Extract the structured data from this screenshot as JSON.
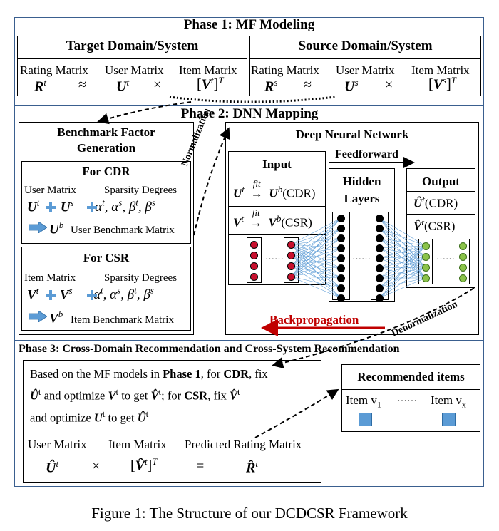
{
  "phase1": {
    "title": "Phase 1:  MF Modeling",
    "target": {
      "title": "Target Domain/System",
      "rating_label": "Rating Matrix",
      "user_label": "User Matrix",
      "item_label": "Item Matrix",
      "rating_sym": "R",
      "user_sym": "U",
      "item_sym": "V",
      "sup": "t",
      "approx": "≈",
      "times": "×"
    },
    "source": {
      "title": "Source Domain/System",
      "rating_label": "Rating Matrix",
      "user_label": "User Matrix",
      "item_label": "Item Matrix",
      "rating_sym": "R",
      "user_sym": "U",
      "item_sym": "V",
      "sup": "s",
      "approx": "≈",
      "times": "×"
    },
    "transpose": "T"
  },
  "phase2": {
    "title": "Phase 2: DNN Mapping",
    "benchmark": {
      "title_line1": "Benchmark Factor",
      "title_line2": "Generation",
      "cdr": {
        "title": "For CDR",
        "matrix_label": "User Matrix",
        "sparsity_label": "Sparsity Degrees",
        "sym": "U",
        "bench_caption": "User Benchmark Matrix"
      },
      "csr": {
        "title": "For CSR",
        "matrix_label": "Item Matrix",
        "sparsity_label": "Sparsity Degrees",
        "sym": "V",
        "bench_caption": "Item Benchmark Matrix"
      },
      "degrees": "α<sup>t</sup>, α<sup>s</sup>, β<sup>t</sup>, β<sup>s</sup>"
    },
    "normalization": "Normalization",
    "denormalization": "Denormalization",
    "dnn": {
      "title": "Deep Neural Network",
      "input_title": "Input",
      "feedforward": "Feedforward",
      "hidden_title_line1": "Hidden",
      "hidden_title_line2": "Layers",
      "output_title": "Output",
      "fit": "fit",
      "cdr_tag": "(CDR)",
      "csr_tag": "(CSR)",
      "backpropagation": "Backpropagation",
      "dots": "……"
    }
  },
  "phase3": {
    "title": "Phase 3: Cross-Domain Recommendation and Cross-System Recommendation",
    "text_parts": {
      "p1": "Based on the MF models in ",
      "phase1": "Phase 1",
      "p2": ", for ",
      "cdr": "CDR",
      "p3": ", fix",
      "p4": " and optimize ",
      "p5": " to get ",
      "p6": "; for ",
      "csr": "CSR",
      "p7": ", fix ",
      "p8": "and optimize ",
      "p9": " to get "
    },
    "user_label": "User Matrix",
    "item_label": "Item Matrix",
    "pred_label": "Predicted Rating Matrix",
    "times": "×",
    "equals": "=",
    "recommended": {
      "title": "Recommended items",
      "item_first": "Item v",
      "item_first_sub": "1",
      "dots": "……",
      "item_last": "Item v",
      "item_last_sub": "x"
    }
  },
  "caption": "Figure 1: The Structure of our DCDCSR Framework",
  "colors": {
    "phase_border": "#3a5f8f",
    "accent_blue": "#5b9bd5",
    "red": "#c8102e",
    "green": "#8bc34a",
    "backprop_red": "#c00000"
  }
}
